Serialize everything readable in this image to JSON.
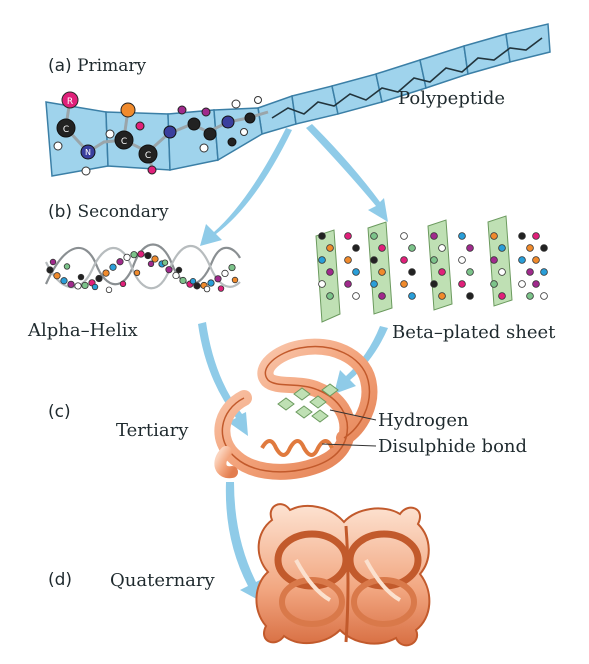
{
  "levels": {
    "primary": {
      "tag": "(a)",
      "name": "Primary"
    },
    "secondary": {
      "tag": "(b)",
      "name": "Secondary"
    },
    "tertiary": {
      "tag": "(c)",
      "name": "Tertiary"
    },
    "quaternary": {
      "tag": "(d)",
      "name": "Quaternary"
    }
  },
  "labels": {
    "polypeptide": "Polypeptide",
    "alpha_helix": "Alpha–Helix",
    "beta_sheet": "Beta–plated sheet",
    "hydrogen": "Hydrogen",
    "disulphide": "Disulphide bond"
  },
  "atoms": {
    "r": "R",
    "c": "C",
    "n": "N"
  },
  "colors": {
    "chain_fill": "#9fd3ec",
    "chain_stroke": "#3b7fa6",
    "arrow": "#8fcbe8",
    "sheet_fill": "#bfe0b4",
    "protein_fill": "#f6b08e",
    "protein_stroke": "#c25a2c",
    "text": "#1f2a2e"
  }
}
